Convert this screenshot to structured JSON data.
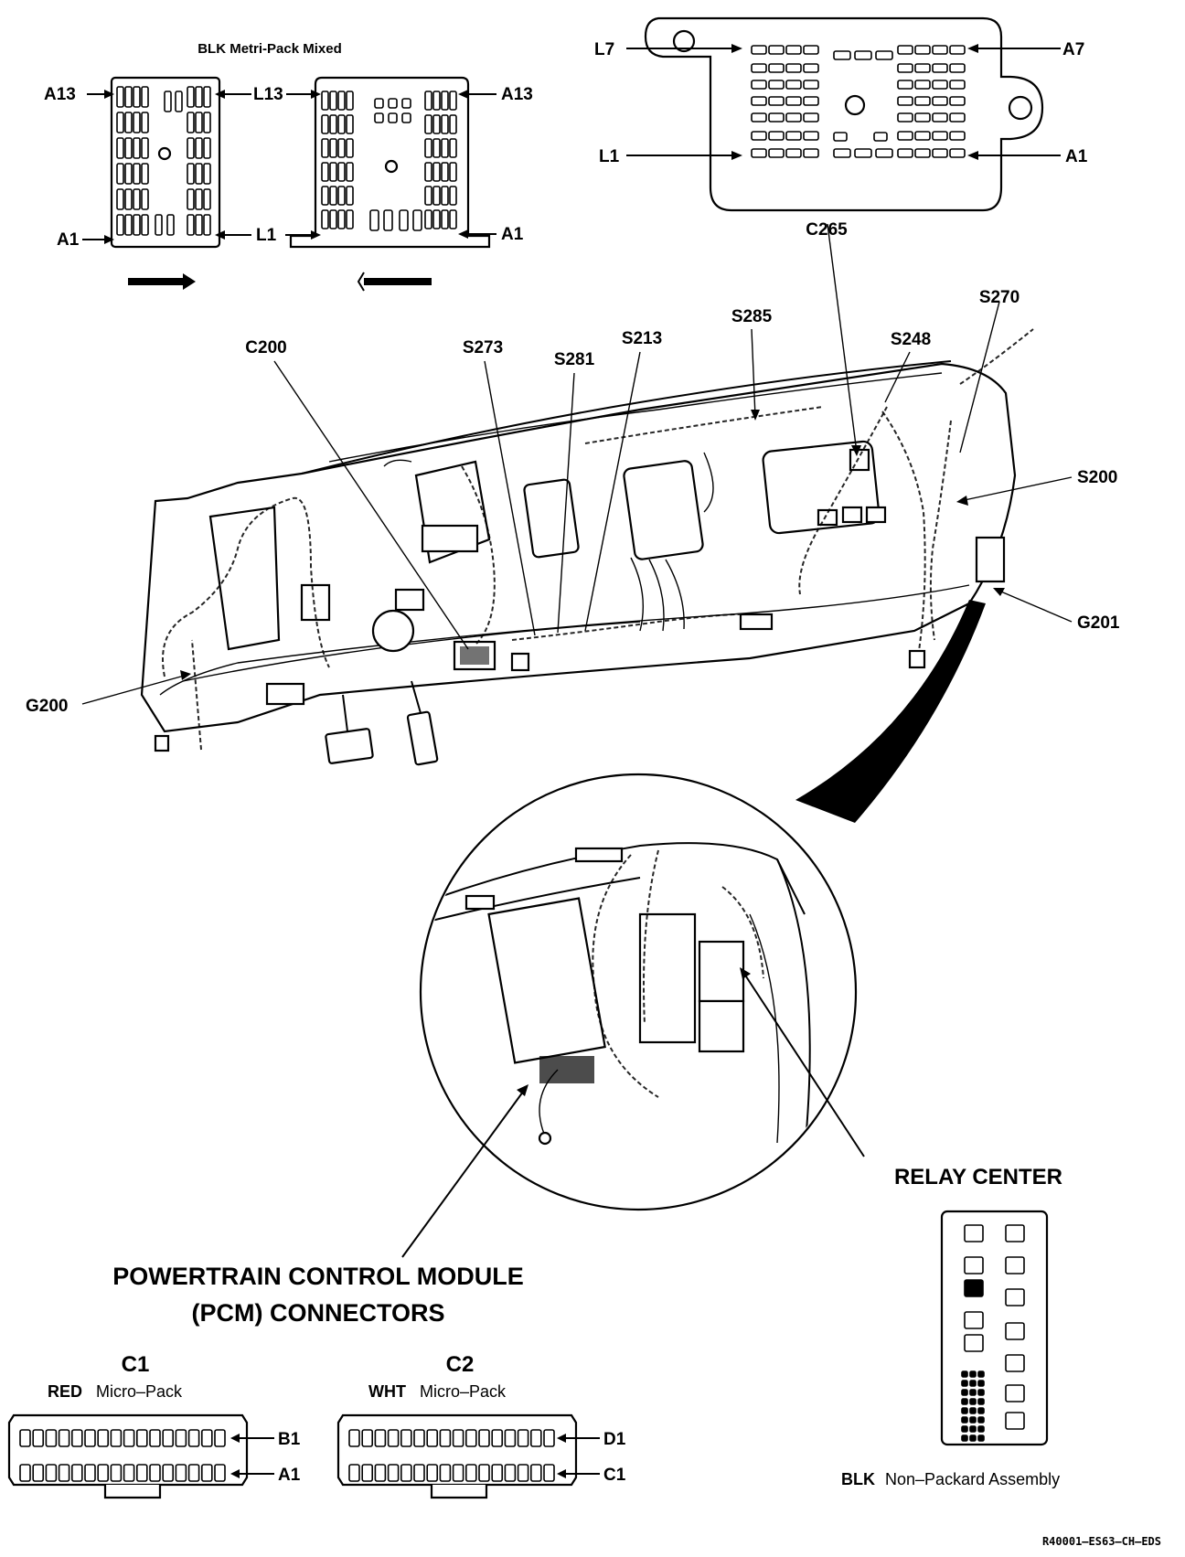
{
  "metripack": {
    "title": "BLK Metri-Pack Mixed",
    "labels": {
      "a13_left": "A13",
      "a1_left": "A1",
      "l13": "L13",
      "l1": "L1",
      "a13_right": "A13",
      "a1_right": "A1"
    }
  },
  "c265_connector": {
    "labels": {
      "l7": "L7",
      "l1": "L1",
      "a7": "A7",
      "a1": "A1"
    }
  },
  "dash_labels": {
    "c265": "C265",
    "c200": "C200",
    "s273": "S273",
    "s281": "S281",
    "s213": "S213",
    "s285": "S285",
    "s248": "S248",
    "s270": "S270",
    "s200": "S200",
    "g201": "G201",
    "g200": "G200"
  },
  "relay_center": {
    "title": "RELAY CENTER",
    "caption_color": "BLK",
    "caption_text": "Non–Packard  Assembly"
  },
  "pcm": {
    "title_line1": "POWERTRAIN CONTROL MODULE",
    "title_line2": "(PCM) CONNECTORS",
    "c1": {
      "name": "C1",
      "color": "RED",
      "type": "Micro–Pack",
      "top_label": "B1",
      "bottom_label": "A1"
    },
    "c2": {
      "name": "C2",
      "color": "WHT",
      "type": "Micro–Pack",
      "top_label": "D1",
      "bottom_label": "C1"
    }
  },
  "figure_code": "R40001–ES63–CH–EDS"
}
